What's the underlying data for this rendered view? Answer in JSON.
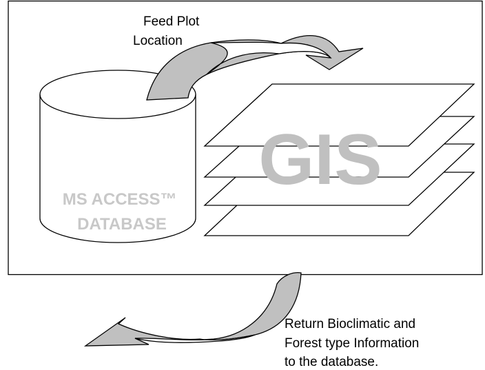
{
  "feed_label": {
    "lines": [
      "Feed Plot",
      "Location"
    ]
  },
  "database": {
    "lines": [
      "MS ACCESS™",
      "DATABASE"
    ]
  },
  "gis": {
    "label": "GIS"
  },
  "return_label": {
    "lines": [
      "Return Bioclimatic and",
      "Forest type Information",
      "to the database."
    ]
  },
  "colors": {
    "arrow_fill": "#c0c0c0",
    "arrow_front": "#ffffff",
    "outline": "#000000",
    "label_gray": "#c0c0c0"
  }
}
